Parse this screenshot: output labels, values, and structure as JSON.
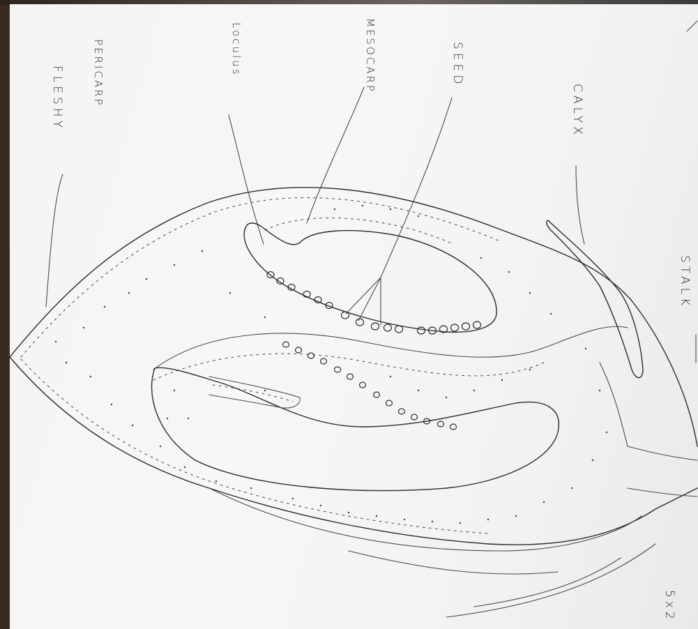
{
  "labels": {
    "fleshy": "FLESHY",
    "pericarp": "PERICARP",
    "loculus": "Loculus",
    "mesocarp": "MESOCARP",
    "seed": "SEED",
    "calyx": "CALYX",
    "stalk": "STALK",
    "magnification": "5x2"
  },
  "colors": {
    "ink": "#2b2b2b",
    "paper": "#f4f4f2",
    "background": "#3a2a22"
  }
}
